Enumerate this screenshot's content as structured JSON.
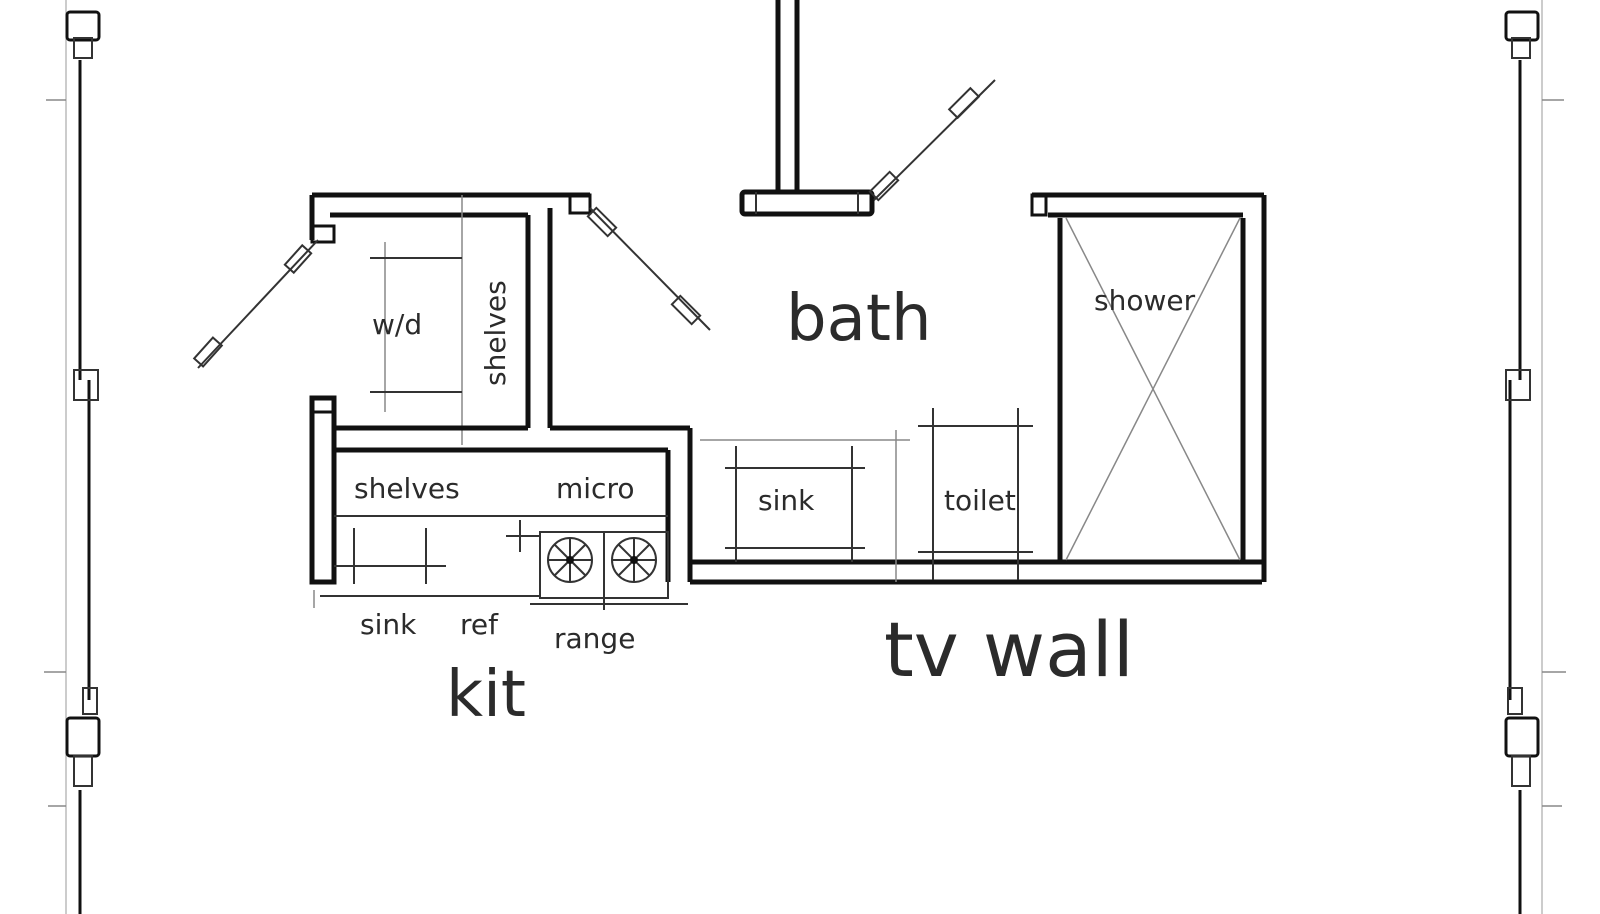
{
  "drawing": {
    "type": "floor plan",
    "rooms": {
      "bath": "bath",
      "kitchen": "kit",
      "tv_wall": "tv wall"
    },
    "fixtures": {
      "washer_dryer": "w/d",
      "laundry_shelves": "shelves",
      "kitchen_shelves": "shelves",
      "microwave": "micro",
      "kitchen_sink": "sink",
      "refrigerator": "ref",
      "range": "range",
      "bath_sink": "sink",
      "toilet": "toilet",
      "shower": "shower"
    },
    "colors": {
      "line": "#111111",
      "text": "#2b2b2b",
      "guide": "#888888",
      "background": "#ffffff"
    }
  }
}
